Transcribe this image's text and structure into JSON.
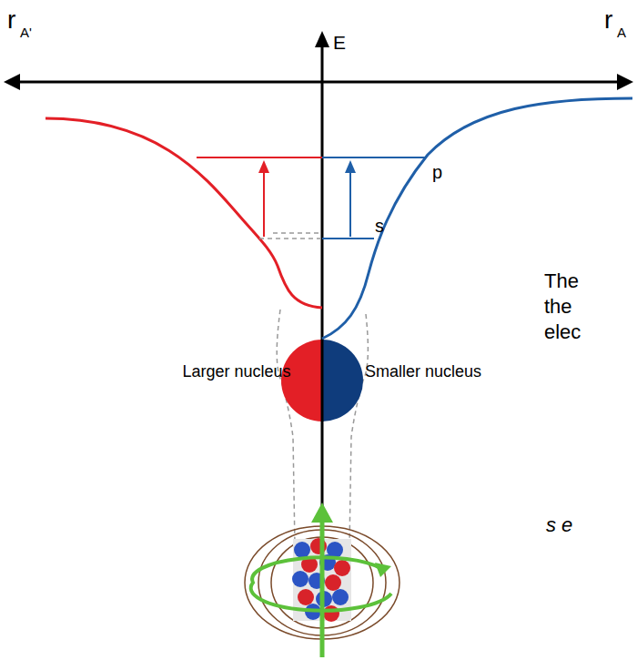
{
  "diagram": {
    "labels": [
      "r",
      "A'",
      "E",
      "r",
      "A",
      "p",
      "s",
      "Larger nucleus",
      "Smaller nucleus",
      "The",
      "the",
      "elec",
      "s e"
    ]
  }
}
